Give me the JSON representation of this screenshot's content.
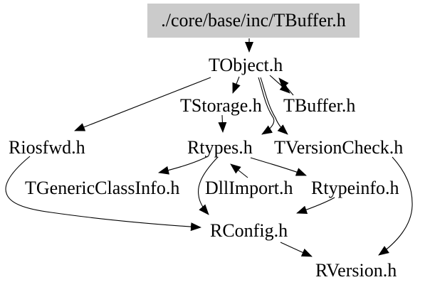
{
  "diagram": {
    "type": "include-dependency-graph",
    "background": "#ffffff",
    "root": {
      "label": "./core/base/inc/TBuffer.h",
      "fill": "#cbcbcb"
    },
    "nodes": {
      "tobject": {
        "label": "TObject.h"
      },
      "tstorage": {
        "label": "TStorage.h"
      },
      "tbuffer": {
        "label": "TBuffer.h"
      },
      "riosfwd": {
        "label": "Riosfwd.h"
      },
      "rtypes": {
        "label": "Rtypes.h"
      },
      "tversioncheck": {
        "label": "TVersionCheck.h"
      },
      "tgenericclassinfo": {
        "label": "TGenericClassInfo.h"
      },
      "dllimport": {
        "label": "DllImport.h"
      },
      "rtypeinfo": {
        "label": "Rtypeinfo.h"
      },
      "rconfig": {
        "label": "RConfig.h"
      },
      "rversion": {
        "label": "RVersion.h"
      }
    },
    "edges": [
      {
        "from": "./core/base/inc/TBuffer.h",
        "to": "TObject.h"
      },
      {
        "from": "TObject.h",
        "to": "Riosfwd.h"
      },
      {
        "from": "TObject.h",
        "to": "TStorage.h"
      },
      {
        "from": "TObject.h",
        "to": "TBuffer.h"
      },
      {
        "from": "TBuffer.h",
        "to": "TObject.h"
      },
      {
        "from": "TObject.h",
        "to": "Rtypes.h"
      },
      {
        "from": "TObject.h",
        "to": "TVersionCheck.h"
      },
      {
        "from": "TStorage.h",
        "to": "Rtypes.h"
      },
      {
        "from": "Rtypes.h",
        "to": "TGenericClassInfo.h"
      },
      {
        "from": "DllImport.h",
        "to": "Rtypes.h"
      },
      {
        "from": "Rtypes.h",
        "to": "Rtypeinfo.h"
      },
      {
        "from": "Rtypes.h",
        "to": "RConfig.h"
      },
      {
        "from": "Rtypeinfo.h",
        "to": "RConfig.h"
      },
      {
        "from": "Riosfwd.h",
        "to": "RConfig.h"
      },
      {
        "from": "RConfig.h",
        "to": "RVersion.h"
      },
      {
        "from": "TVersionCheck.h",
        "to": "RVersion.h"
      }
    ],
    "colors": {
      "edge": "#000000",
      "text": "#000000",
      "root_fill": "#cbcbcb"
    }
  }
}
